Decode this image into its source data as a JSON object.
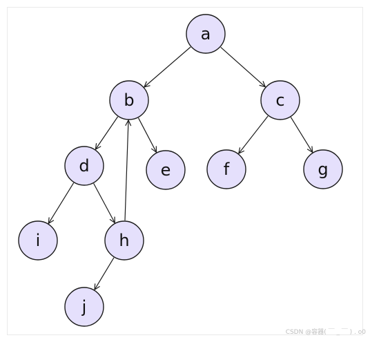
{
  "nodes": [
    {
      "id": "a",
      "label": "a"
    },
    {
      "id": "b",
      "label": "b"
    },
    {
      "id": "c",
      "label": "c"
    },
    {
      "id": "d",
      "label": "d"
    },
    {
      "id": "e",
      "label": "e"
    },
    {
      "id": "f",
      "label": "f"
    },
    {
      "id": "g",
      "label": "g"
    },
    {
      "id": "i",
      "label": "i"
    },
    {
      "id": "h",
      "label": "h"
    },
    {
      "id": "j",
      "label": "j"
    }
  ],
  "edges": [
    {
      "from": "a",
      "to": "b"
    },
    {
      "from": "a",
      "to": "c"
    },
    {
      "from": "b",
      "to": "d"
    },
    {
      "from": "b",
      "to": "e"
    },
    {
      "from": "c",
      "to": "f"
    },
    {
      "from": "c",
      "to": "g"
    },
    {
      "from": "d",
      "to": "i"
    },
    {
      "from": "d",
      "to": "h"
    },
    {
      "from": "h",
      "to": "b"
    },
    {
      "from": "h",
      "to": "j"
    }
  ],
  "watermark": "CSDN @容器( ￣ _ ￣ ) . o0",
  "colors": {
    "node_fill": "#e5e0fc",
    "stroke": "#1a1a1a"
  }
}
